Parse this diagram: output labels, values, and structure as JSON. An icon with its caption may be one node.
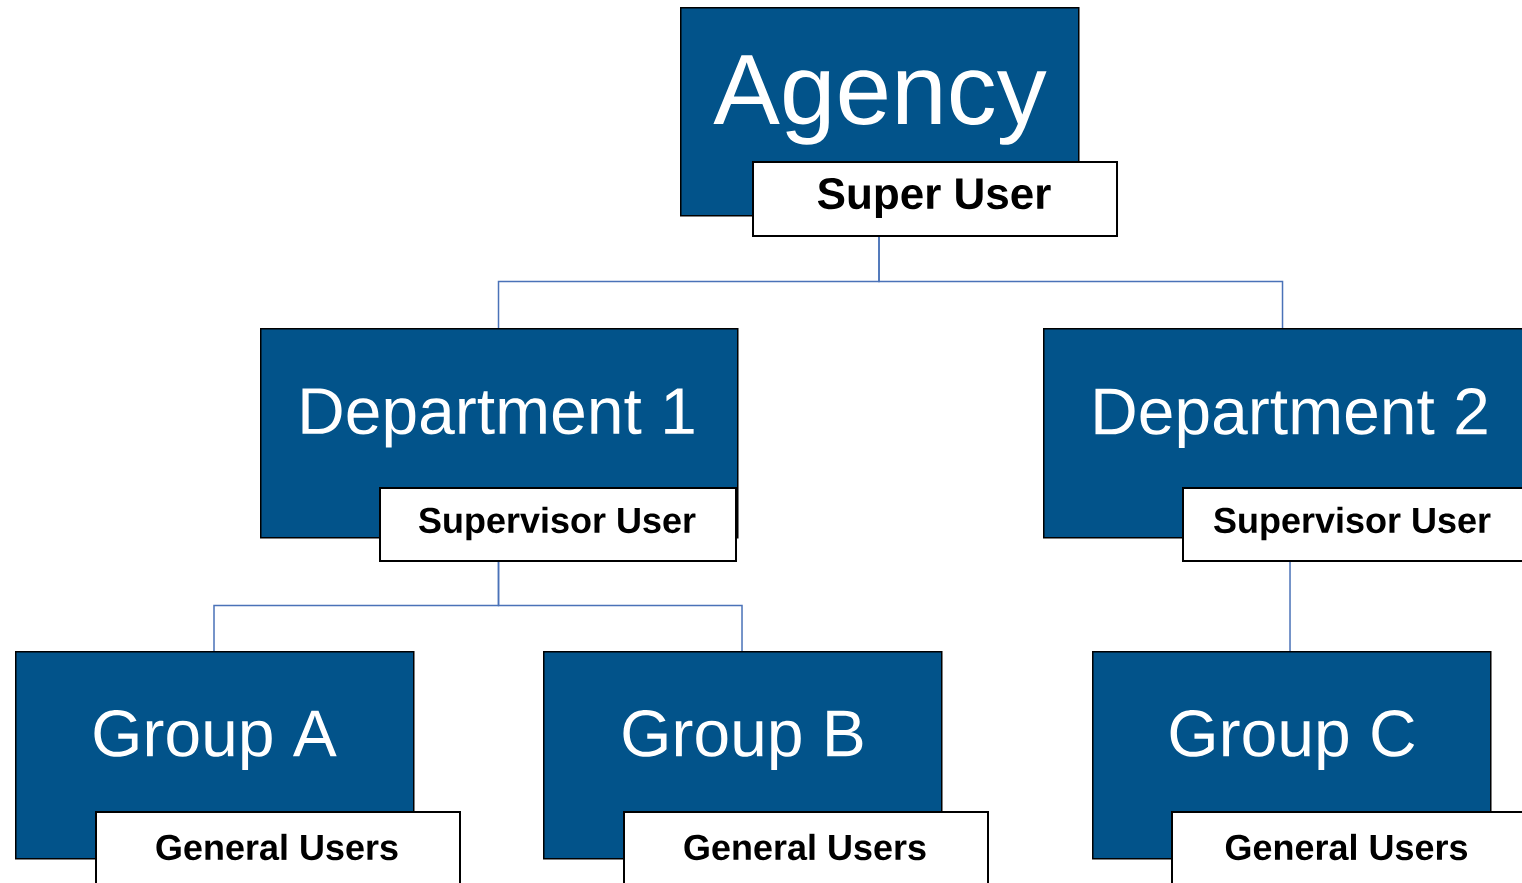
{
  "diagram": {
    "nodes": [
      {
        "text": [
          "Agency",
          "Super User"
        ]
      },
      {
        "text": [
          "Department 1",
          "Supervisor User"
        ]
      },
      {
        "text": [
          "Department 2",
          "Supervisor User"
        ]
      },
      {
        "text": [
          "Group A",
          "General Users"
        ]
      },
      {
        "text": [
          "Group B",
          "General Users"
        ]
      },
      {
        "text": [
          "Group C",
          "General Users"
        ]
      }
    ],
    "edges": [
      {
        "from": 0,
        "to": 1,
        "arrow": "none"
      },
      {
        "from": 0,
        "to": 2,
        "arrow": "none"
      },
      {
        "from": 1,
        "to": 3,
        "arrow": "none"
      },
      {
        "from": 1,
        "to": 4,
        "arrow": "none"
      },
      {
        "from": 2,
        "to": 5,
        "arrow": "none"
      }
    ]
  }
}
